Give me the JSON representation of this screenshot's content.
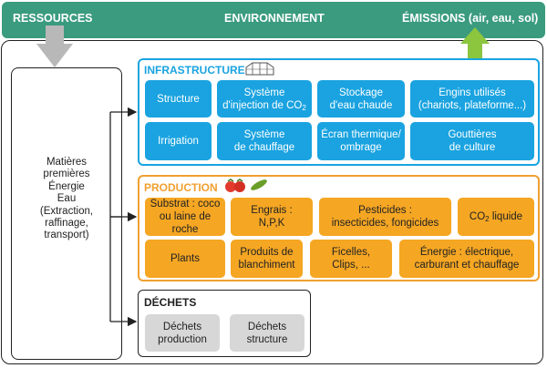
{
  "header": {
    "left_label": "RESSOURCES",
    "center_label": "ENVIRONNEMENT",
    "right_label": "ÉMISSIONS (air, eau, sol)"
  },
  "resources": {
    "lines": [
      "Matières",
      "premières",
      "Énergie",
      "Eau",
      "(Extraction,",
      "raffinage,",
      "transport)"
    ]
  },
  "infrastructure": {
    "title": "INFRASTRUCTURE",
    "icon": "greenhouse-icon",
    "items": [
      {
        "line1": "Structure",
        "line2": ""
      },
      {
        "line1": "Système",
        "line2": "d'injection de CO",
        "sub": "2"
      },
      {
        "line1": "Stockage",
        "line2": "d'eau chaude"
      },
      {
        "line1": "Engins utilisés",
        "line2": "(chariots, plateforme...)"
      },
      {
        "line1": "Irrigation",
        "line2": ""
      },
      {
        "line1": "Système",
        "line2": "de chauffage"
      },
      {
        "line1": "Écran thermique/",
        "line2": "ombrage"
      },
      {
        "line1": "Gouttières",
        "line2": "de culture"
      }
    ]
  },
  "production": {
    "title": "PRODUCTION",
    "icon": "vegetables-icon",
    "items": [
      {
        "line1": "Substrat : coco",
        "line2": "ou laine de roche"
      },
      {
        "line1": "Engrais :",
        "line2": "N,P,K"
      },
      {
        "line1": "Pesticides :",
        "line2": "insecticides, fongicides"
      },
      {
        "line1": "CO",
        "sub": "2",
        "line1_after": " liquide",
        "line2": ""
      },
      {
        "line1": "Plants",
        "line2": ""
      },
      {
        "line1": "Produits de",
        "line2": "blanchiment"
      },
      {
        "line1": "Ficelles,",
        "line2": "Clips, ..."
      },
      {
        "line1": "Énergie : électrique,",
        "line2": "carburant et chauffage"
      }
    ]
  },
  "dechets": {
    "title": "DÉCHETS",
    "items": [
      {
        "line1": "Déchets",
        "line2": "production"
      },
      {
        "line1": "Déchets",
        "line2": "structure"
      }
    ]
  },
  "colors": {
    "band": "#3a9b7e",
    "infrastructure": "#1aa3e0",
    "production": "#f5a623",
    "dechets": "#d7d7d7",
    "input_arrow": "#b8b8b8",
    "emission_arrow": "#8cc63f"
  }
}
